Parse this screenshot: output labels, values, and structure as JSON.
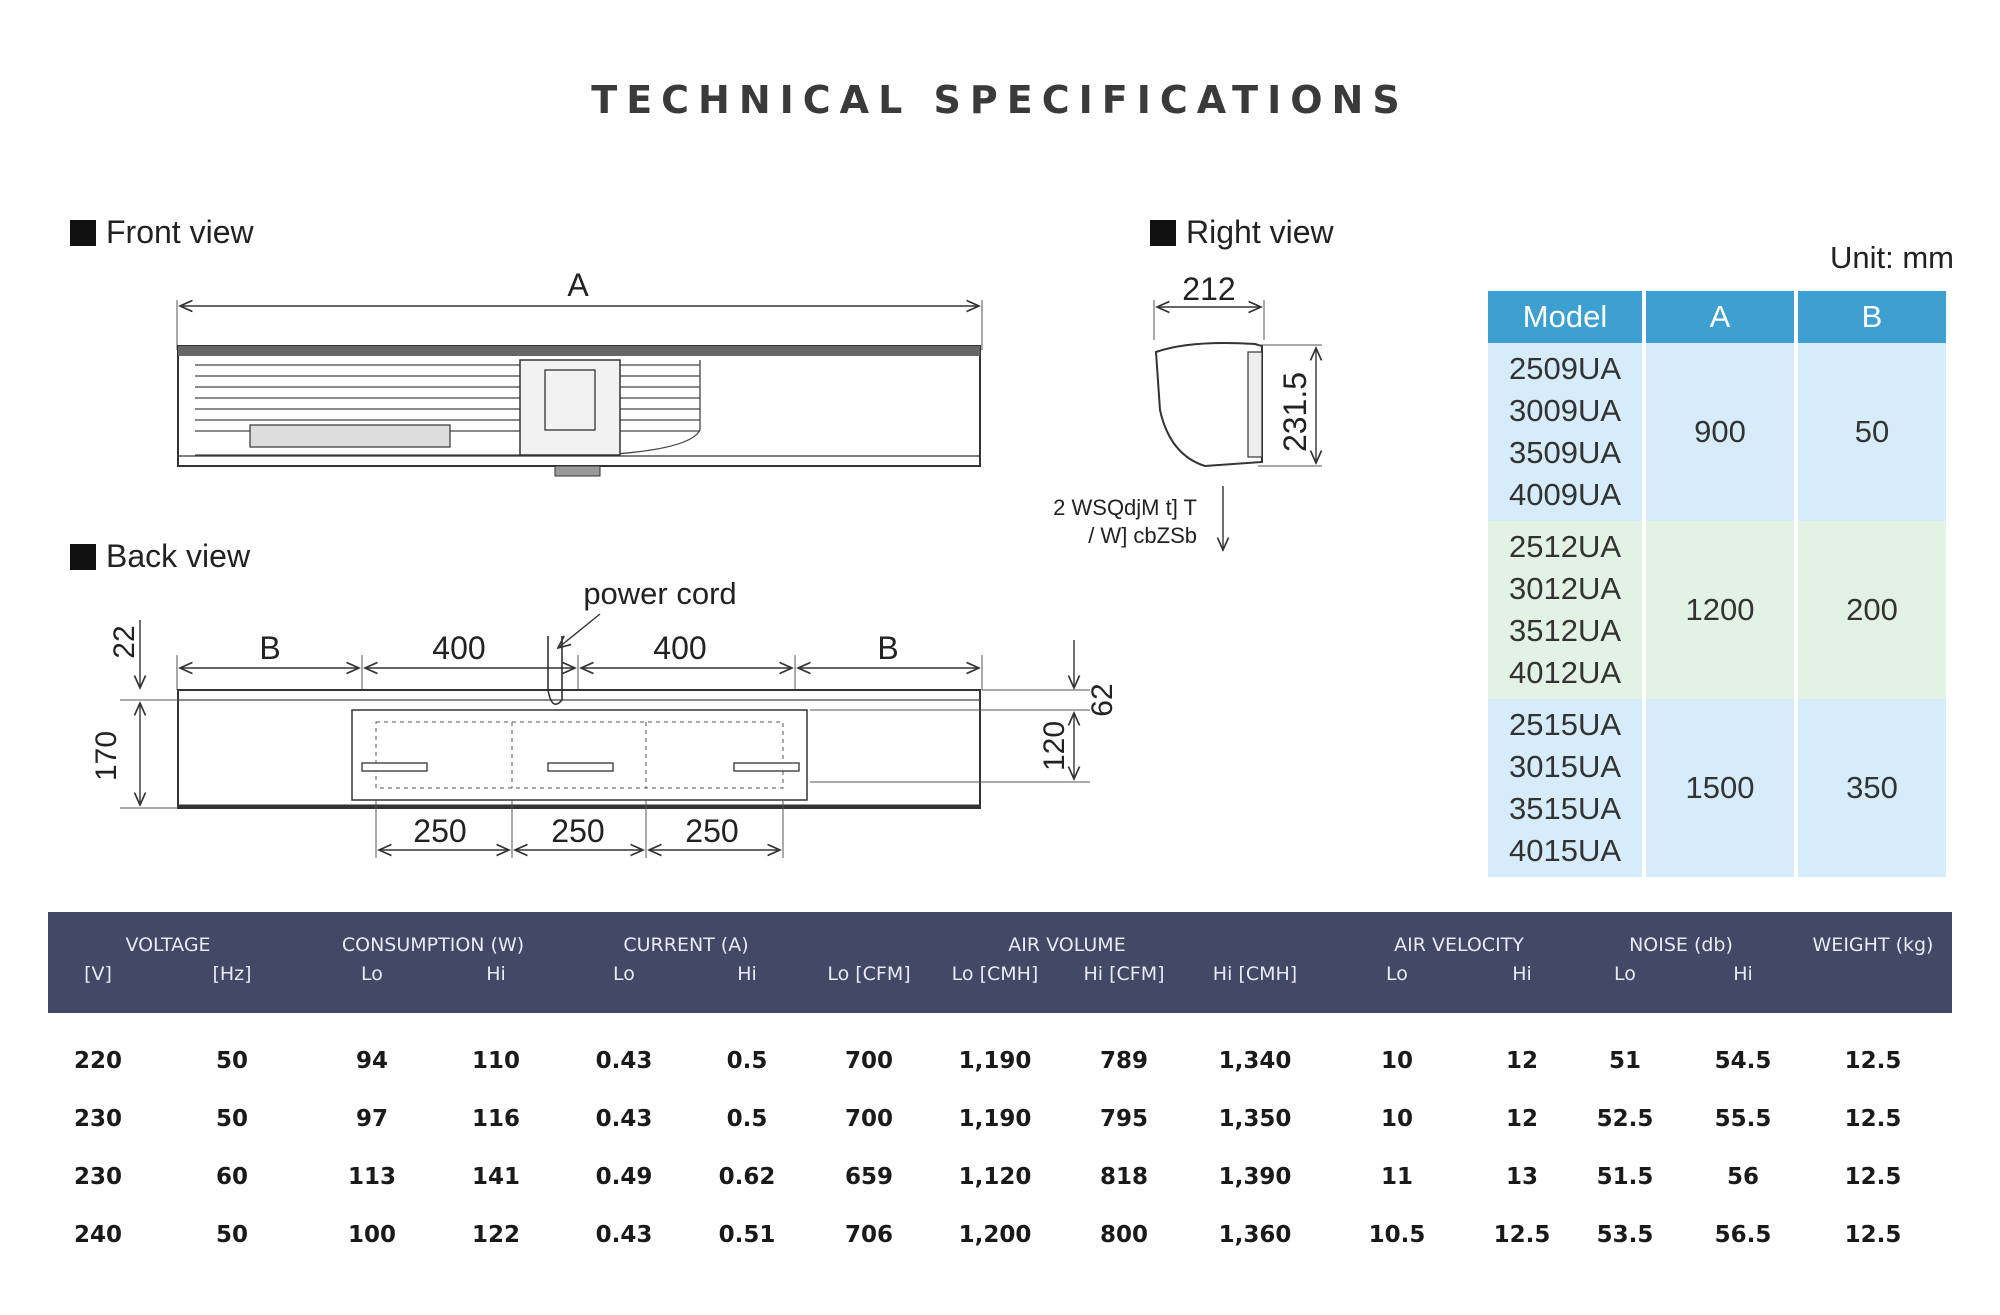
{
  "title": "TECHNICAL SPECIFICATIONS",
  "views": {
    "front": "Front view",
    "right": "Right view",
    "back": "Back view"
  },
  "drawing": {
    "front_dim": "A",
    "right_width": "212",
    "right_height": "231.5",
    "right_note_1": "2 WSQdjM t] T",
    "right_note_2": "/ W] cbZSb",
    "power_cord": "power cord",
    "dim_b": "B",
    "dim_400": "400",
    "dim_250": "250",
    "dim_22": "22",
    "dim_170": "170",
    "dim_62": "62",
    "dim_120": "120"
  },
  "unit": "Unit: mm",
  "model_table": {
    "headers": [
      "Model",
      "A",
      "B"
    ],
    "groups": [
      {
        "models": [
          "2509UA",
          "3009UA",
          "3509UA",
          "4009UA"
        ],
        "a": "900",
        "b": "50"
      },
      {
        "models": [
          "2512UA",
          "3012UA",
          "3512UA",
          "4012UA"
        ],
        "a": "1200",
        "b": "200"
      },
      {
        "models": [
          "2515UA",
          "3015UA",
          "3515UA",
          "4015UA"
        ],
        "a": "1500",
        "b": "350"
      }
    ]
  },
  "spec_table": {
    "group_headers": [
      "VOLTAGE",
      "CONSUMPTION (W)",
      "CURRENT (A)",
      "AIR VOLUME",
      "AIR VELOCITY",
      "NOISE (db)",
      "WEIGHT (kg)"
    ],
    "sub_headers": [
      "[V]",
      "[Hz]",
      "Lo",
      "Hi",
      "Lo",
      "Hi",
      "Lo [CFM]",
      "Lo [CMH]",
      "Hi [CFM]",
      "Hi [CMH]",
      "Lo",
      "Hi",
      "Lo",
      "Hi",
      ""
    ],
    "rows": [
      [
        "220",
        "50",
        "94",
        "110",
        "0.43",
        "0.5",
        "700",
        "1,190",
        "789",
        "1,340",
        "10",
        "12",
        "51",
        "54.5",
        "12.5"
      ],
      [
        "230",
        "50",
        "97",
        "116",
        "0.43",
        "0.5",
        "700",
        "1,190",
        "795",
        "1,350",
        "10",
        "12",
        "52.5",
        "55.5",
        "12.5"
      ],
      [
        "230",
        "60",
        "113",
        "141",
        "0.49",
        "0.62",
        "659",
        "1,120",
        "818",
        "1,390",
        "11",
        "13",
        "51.5",
        "56",
        "12.5"
      ],
      [
        "240",
        "50",
        "100",
        "122",
        "0.43",
        "0.51",
        "706",
        "1,200",
        "800",
        "1,360",
        "10.5",
        "12.5",
        "53.5",
        "56.5",
        "12.5"
      ]
    ]
  }
}
